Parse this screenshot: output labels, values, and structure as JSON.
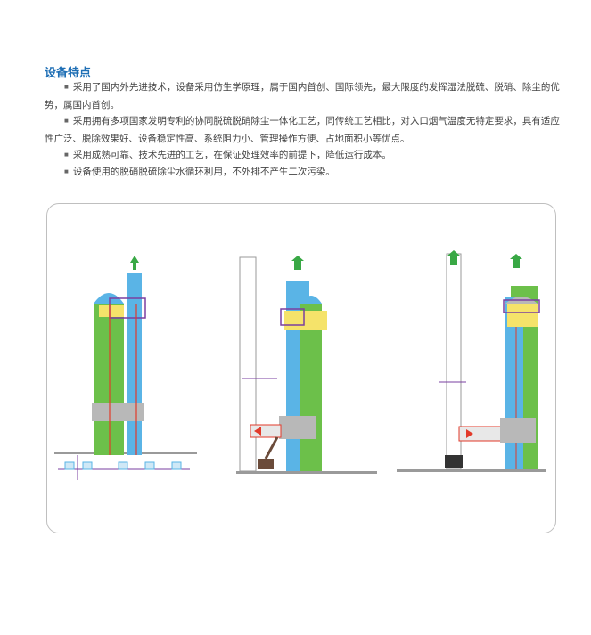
{
  "section": {
    "title": "设备特点"
  },
  "features": [
    {
      "bullet": "■",
      "text": "采用了国内外先进技术，设备采用仿生学原理，属于国内首创、国际领先，最大限度的发挥湿法脱硫、脱硝、除尘的优势，属国内首创。"
    },
    {
      "bullet": "■",
      "text": "采用拥有多项国家发明专利的协同脱硫脱硝除尘一体化工艺，同传统工艺相比，对入口烟气温度无特定要求，具有适应性广泛、脱除效果好、设备稳定性高、系统阻力小、管理操作方便、占地面积小等优点。"
    },
    {
      "bullet": "■",
      "text": "采用成熟可靠、技术先进的工艺，在保证处理效率的前提下，降低运行成本。"
    },
    {
      "bullet": "■",
      "text": "设备使用的脱硝脱硫除尘水循环利用，不外排不产生二次污染。"
    }
  ],
  "diagram": {
    "colors": {
      "green": "#6cc04a",
      "blue": "#5ab4e6",
      "yellow": "#f5e36a",
      "gray": "#b8b8b8",
      "purple": "#7a3fa0",
      "red": "#e23a2a",
      "arrow": "#39a845"
    }
  }
}
